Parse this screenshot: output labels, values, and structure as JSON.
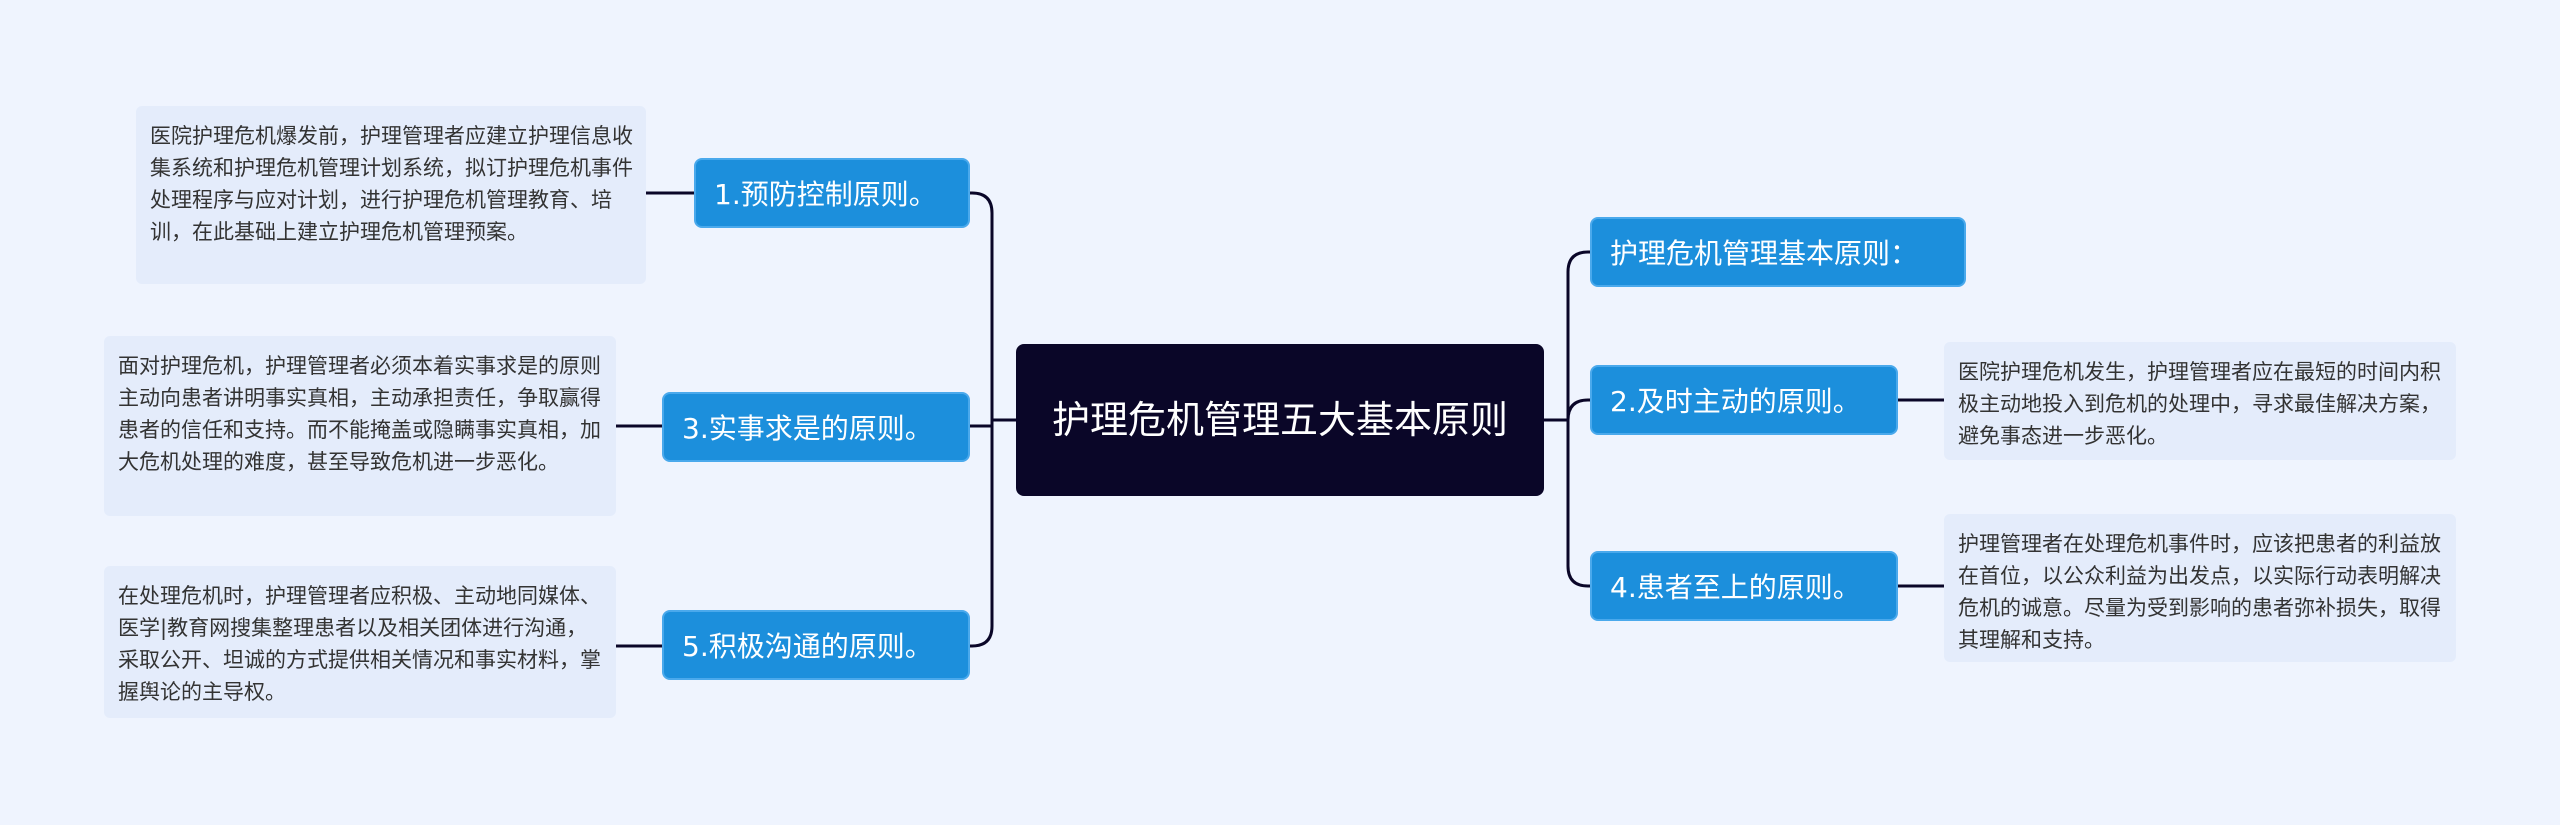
{
  "root": {
    "label": "护理危机管理五大基本原则"
  },
  "branches": [
    {
      "label": "1.预防控制原则。",
      "detail": "医院护理危机爆发前，护理管理者应建立护理信息收集系统和护理危机管理计划系统，拟订护理危机事件处理程序与应对计划，进行护理危机管理教育、培训，在此基础上建立护理危机管理预案。"
    },
    {
      "label": "3.实事求是的原则。",
      "detail": "面对护理危机，护理管理者必须本着实事求是的原则主动向患者讲明事实真相，主动承担责任，争取赢得患者的信任和支持。而不能掩盖或隐瞒事实真相，加大危机处理的难度，甚至导致危机进一步恶化。"
    },
    {
      "label": "5.积极沟通的原则。",
      "detail": "在处理危机时，护理管理者应积极、主动地同媒体、医学|教育网搜集整理患者以及相关团体进行沟通，采取公开、坦诚的方式提供相关情况和事实材料，掌握舆论的主导权。"
    },
    {
      "label": "护理危机管理基本原则："
    },
    {
      "label": "2.及时主动的原则。",
      "detail": "医院护理危机发生，护理管理者应在最短的时间内积极主动地投入到危机的处理中，寻求最佳解决方案，避免事态进一步恶化。"
    },
    {
      "label": "4.患者至上的原则。",
      "detail": "护理管理者在处理危机事件时，应该把患者的利益放在首位，以公众利益为出发点，以实际行动表明解决危机的诚意。尽量为受到影响的患者弥补损失，取得其理解和支持。"
    }
  ],
  "colors": {
    "root": "#0a0628",
    "branch": "#1c8fdc",
    "leaf": "#e4ecfb",
    "line": "#0a0628",
    "background": "#eff4fe"
  }
}
